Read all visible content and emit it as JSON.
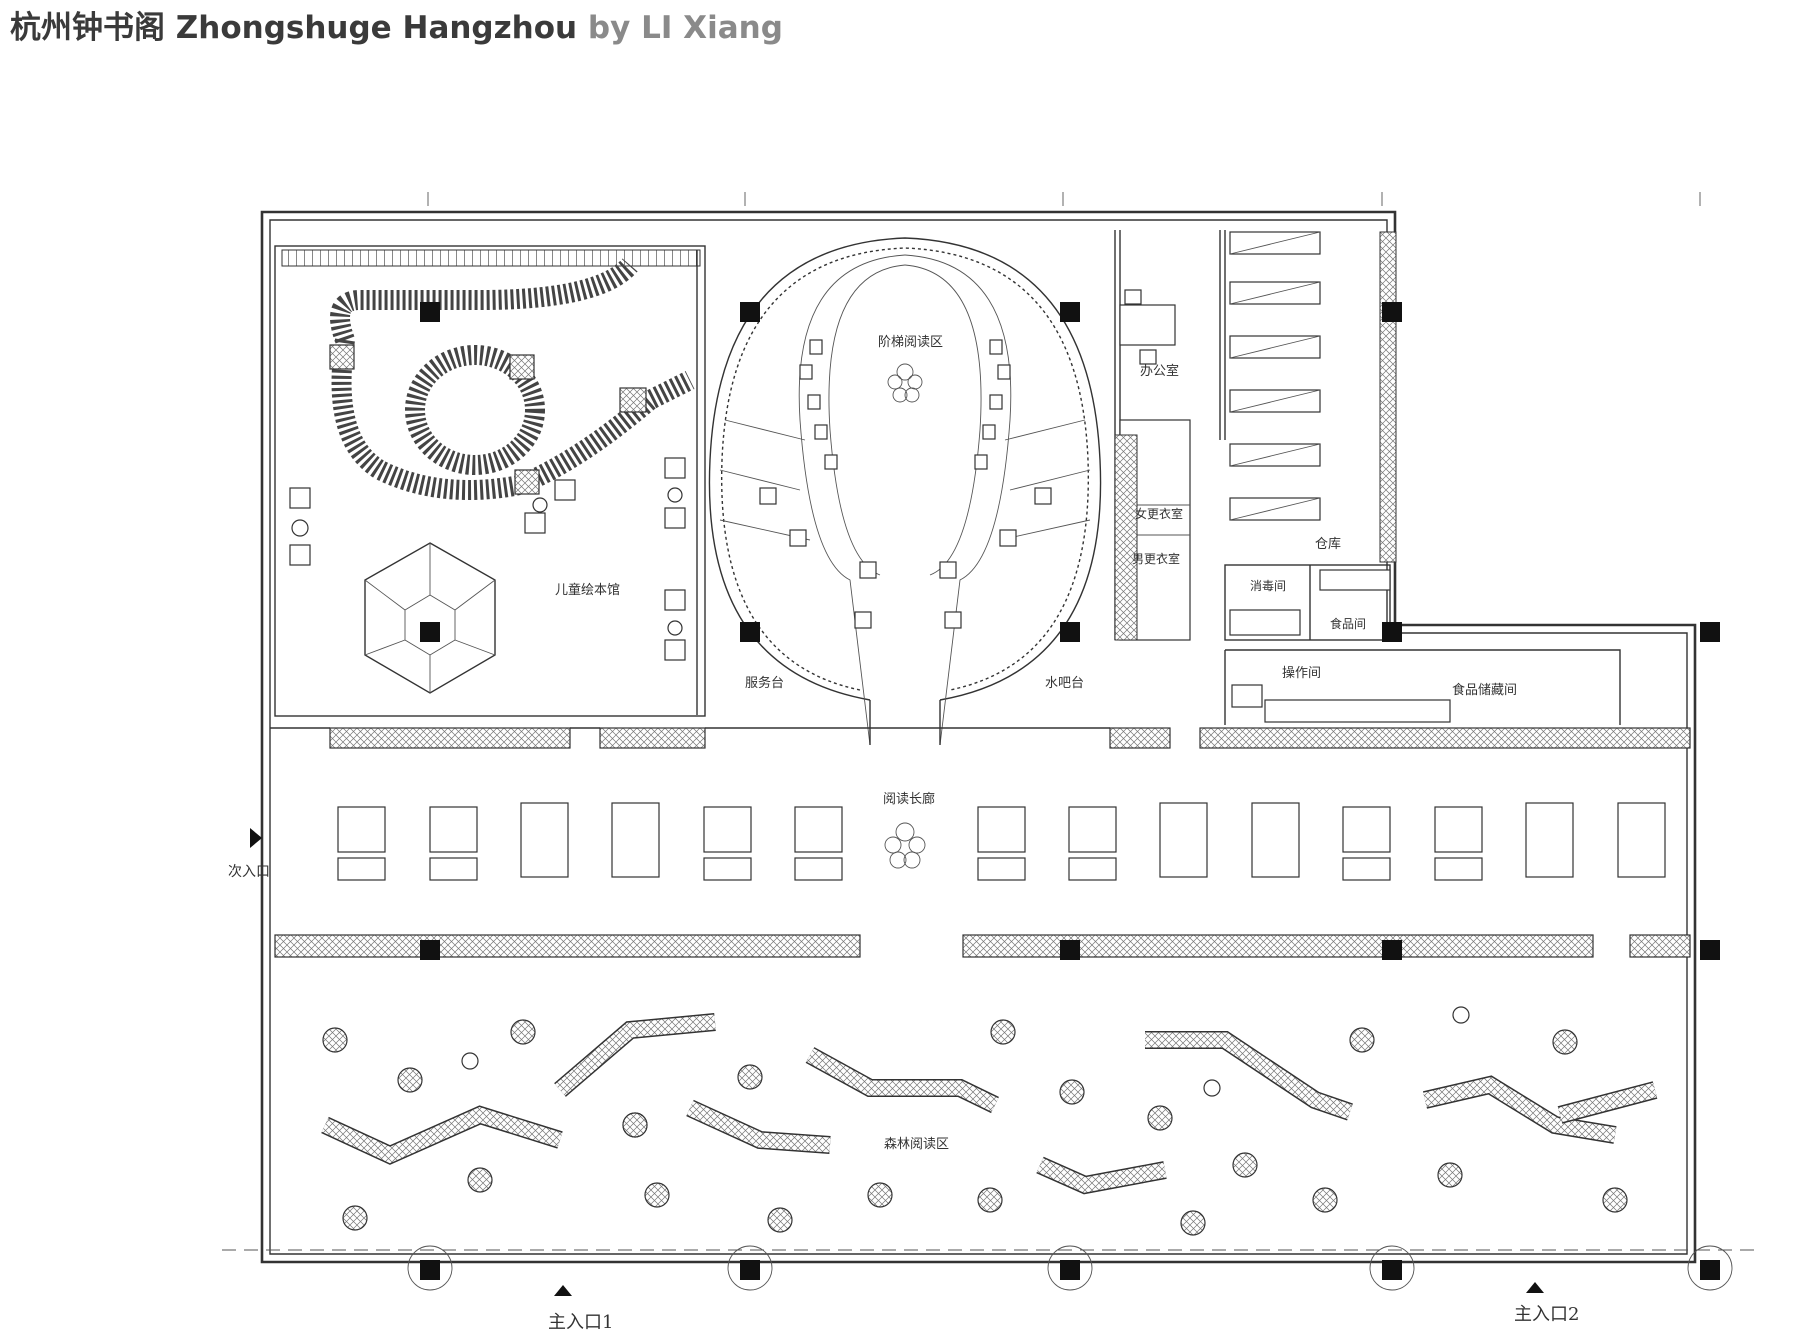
{
  "header": {
    "title": "杭州钟书阁 Zhongshuge Hangzhou",
    "author": "by LI Xiang"
  },
  "colors": {
    "title": "#3a3a3a",
    "author": "#8a8a8a",
    "lines": "#333333",
    "columns": "#111111"
  },
  "labels": {
    "kids": "儿童绘本馆",
    "stairs": "阶梯阅读区",
    "office": "办公室",
    "female_locker": "女更衣室",
    "male_locker": "男更衣室",
    "warehouse": "仓库",
    "disinfect": "消毒间",
    "pantry": "食品间",
    "service": "服务台",
    "water_bar": "水吧台",
    "operation": "操作间",
    "food_storage": "食品储藏间",
    "corridor": "阅读长廊",
    "forest": "森林阅读区",
    "side_entrance": "次入口",
    "main_entrance_1": "主入口1",
    "main_entrance_2": "主入口2"
  }
}
